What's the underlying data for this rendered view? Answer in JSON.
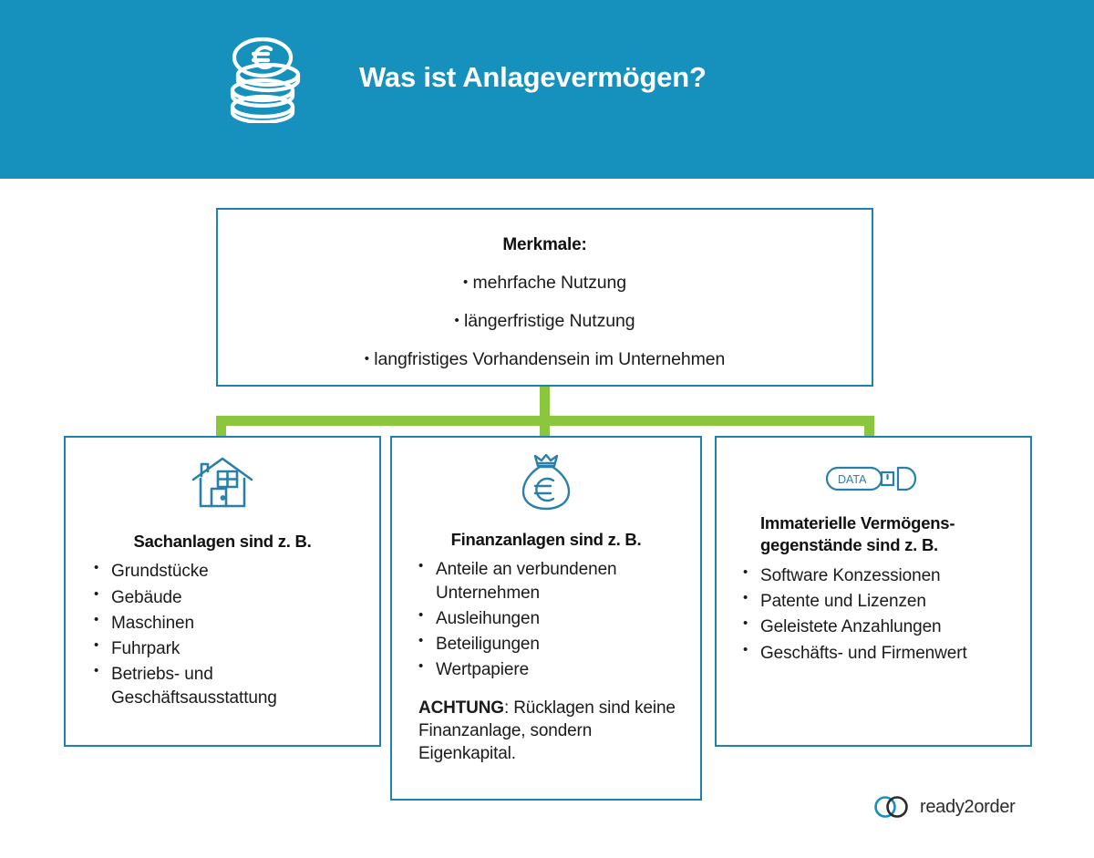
{
  "header": {
    "title": "Was ist Anlagevermögen?",
    "icon": "coin-stack-euro-icon",
    "background_color": "#1691bd"
  },
  "merkmale": {
    "title": "Merkmale:",
    "bullet": "•",
    "items": [
      "mehrfache Nutzung",
      "längerfristige Nutzung",
      "langfristiges Vorhandensein im Unternehmen"
    ]
  },
  "connector": {
    "color": "#8cc63f"
  },
  "columns": [
    {
      "id": "sachanlagen",
      "icon": "house-icon",
      "heading": "Sachanlagen sind z. B.",
      "items": [
        "Grundstücke",
        "Gebäude",
        "Maschinen",
        "Fuhrpark",
        "Betriebs- und Geschäftsausstattung"
      ]
    },
    {
      "id": "finanzanlagen",
      "icon": "money-bag-euro-icon",
      "heading": "Finanzanlagen sind z. B.",
      "items": [
        "Anteile an verbundenen Unternehmen",
        "Ausleihungen",
        "Beteiligungen",
        "Wertpapiere"
      ],
      "note_label": "ACHTUNG",
      "note_text": ": Rücklagen sind keine Finanzanlage, sondern Eigenkapital."
    },
    {
      "id": "immaterielle",
      "icon": "usb-stick-data-icon",
      "icon_label": "DATA",
      "heading": "Immaterielle Vermögens-gegenstände sind z. B.",
      "items": [
        "Software Konzessionen",
        "Patente und Lizenzen",
        "Geleistete Anzahlungen",
        "Geschäfts- und Firmenwert"
      ]
    }
  ],
  "footer": {
    "logo_mark": "interlocking-circles-logo-icon",
    "logo_text": "ready2order"
  },
  "theme": {
    "box_border_color": "#1f81ad",
    "icon_color": "#2a7fa8",
    "text_color": "#1a1a1a"
  }
}
